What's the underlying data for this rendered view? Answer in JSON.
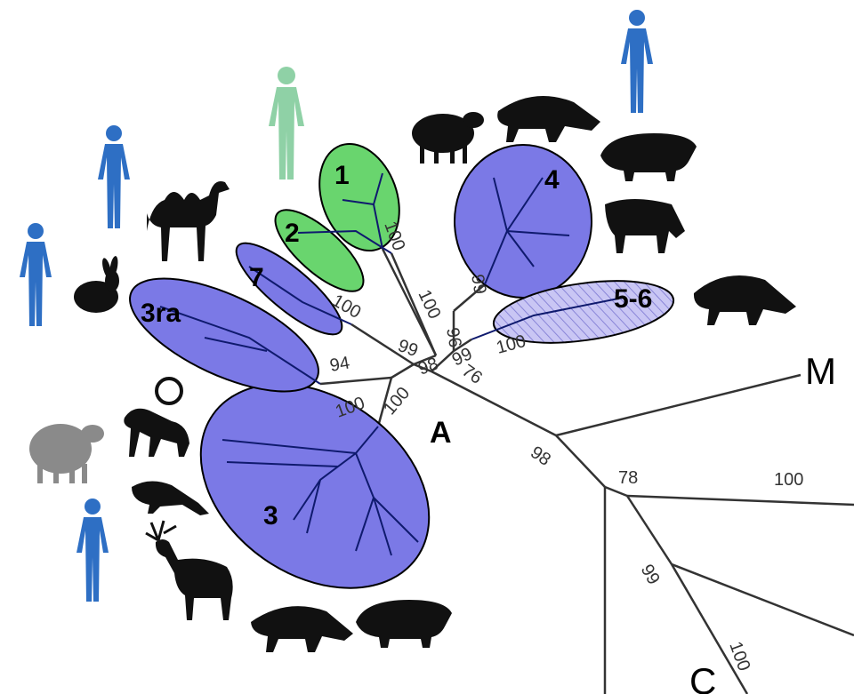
{
  "colors": {
    "blue_clade": "#7b79e6",
    "green_clade": "#69d56e",
    "hatched_clade": "#c9c6f4",
    "human_blue": "#2e6fc4",
    "human_pale": "#8fd1a6",
    "animal": "#111111",
    "sheep_grey": "#8a8a8a"
  },
  "clades": [
    {
      "id": "c1",
      "label": "1"
    },
    {
      "id": "c2",
      "label": "2"
    },
    {
      "id": "c7",
      "label": "7"
    },
    {
      "id": "c3ra",
      "label": "3ra"
    },
    {
      "id": "c3",
      "label": "3"
    },
    {
      "id": "c4",
      "label": "4"
    },
    {
      "id": "c56",
      "label": "5-6"
    }
  ],
  "node_labels": {
    "A": "A",
    "M": "M",
    "C": "C"
  },
  "bootstrap": [
    {
      "id": "b1",
      "value": "100"
    },
    {
      "id": "b2",
      "value": "100"
    },
    {
      "id": "b3",
      "value": "100"
    },
    {
      "id": "b4",
      "value": "96"
    },
    {
      "id": "b5",
      "value": "99"
    },
    {
      "id": "b6",
      "value": "99"
    },
    {
      "id": "b7",
      "value": "94"
    },
    {
      "id": "b8",
      "value": "100"
    },
    {
      "id": "b9",
      "value": "100"
    },
    {
      "id": "b10",
      "value": "98"
    },
    {
      "id": "b11",
      "value": "99"
    },
    {
      "id": "b12",
      "value": "76"
    },
    {
      "id": "b13",
      "value": "100"
    },
    {
      "id": "b14",
      "value": "98"
    },
    {
      "id": "b15",
      "value": "78"
    },
    {
      "id": "b16",
      "value": "100"
    },
    {
      "id": "b17",
      "value": "99"
    },
    {
      "id": "b18",
      "value": "100"
    }
  ],
  "host_icons": [
    "human-icon",
    "camel-icon",
    "rabbit-icon",
    "sheep-icon",
    "wild-boar-icon",
    "pig-icon",
    "cow-icon",
    "monkey-icon",
    "mongoose-icon",
    "deer-icon"
  ]
}
